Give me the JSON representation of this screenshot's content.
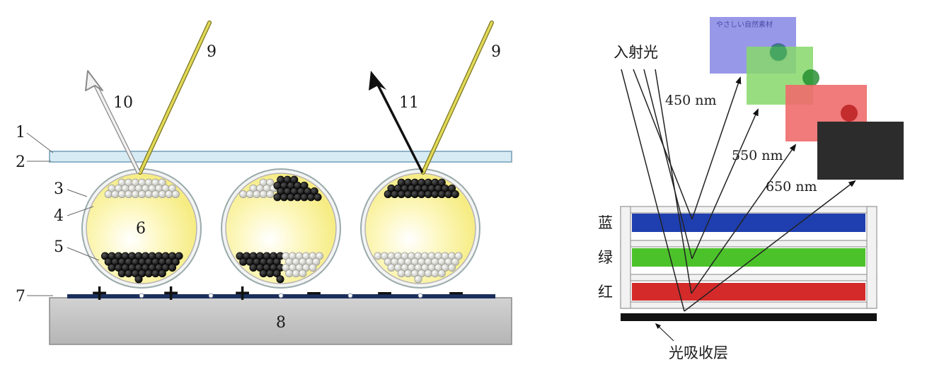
{
  "left_diagram": {
    "labels": {
      "n1": "1",
      "n2": "2",
      "n3": "3",
      "n4": "4",
      "n5": "5",
      "n6": "6",
      "n7": "7",
      "n8": "8",
      "n9_left": "9",
      "n9_right": "9",
      "n10": "10",
      "n11": "11"
    },
    "electrode_signs": {
      "cell1": [
        "+",
        "+"
      ],
      "cell2": [
        "+",
        "−"
      ],
      "cell3": [
        "−",
        "−"
      ]
    },
    "colors": {
      "incident_ray": "#c8c23a",
      "reflected_white_ray": "#dcdcdc",
      "reflected_black_ray": "#111111",
      "fluid": "#fbf5a0",
      "substrate": "#c4c4c4",
      "top_sheet": "#cfe6f2"
    }
  },
  "right_diagram": {
    "incident_light_label": "入射光",
    "wavelength_labels": [
      "450 nm",
      "550 nm",
      "650 nm"
    ],
    "layer_labels": [
      "蓝",
      "绿",
      "红"
    ],
    "absorber_label": "光吸收层",
    "colors": {
      "blue_layer": "#1f3fb0",
      "green_layer": "#4cc22a",
      "red_layer": "#d42a2a",
      "absorber": "#111111",
      "card_blue": "#8f8fe6",
      "card_green": "#86d86a",
      "card_red": "#f06b6b",
      "card_black": "#2c2c2c"
    }
  }
}
